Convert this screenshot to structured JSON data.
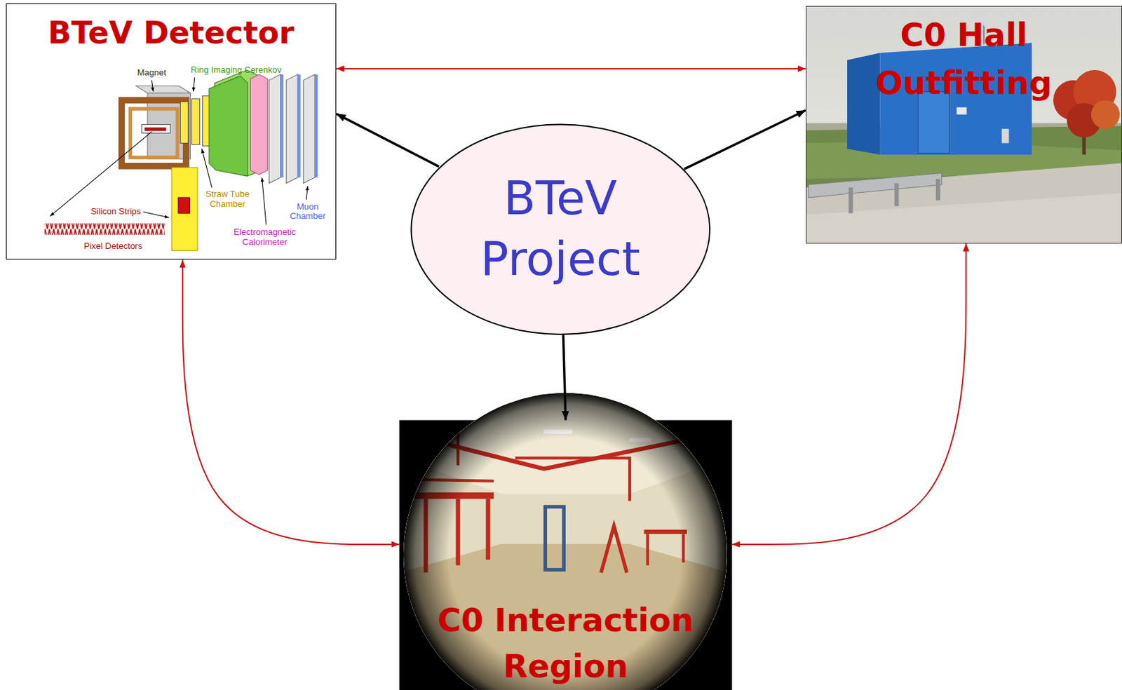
{
  "diagram": {
    "nodes": [
      {
        "text": [
          "BTeV Detector"
        ]
      },
      {
        "text": [
          "C0 Hall Outfitting"
        ]
      },
      {
        "text": [
          "BTeV Project"
        ]
      },
      {
        "text": [
          "C0 Interaction Region"
        ]
      }
    ],
    "edges": [
      {
        "from": 2,
        "to": 0,
        "arrow": "to"
      },
      {
        "from": 2,
        "to": 1,
        "arrow": "to"
      },
      {
        "from": 2,
        "to": 3,
        "arrow": "to"
      },
      {
        "from": 0,
        "to": 1,
        "arrow": "both"
      },
      {
        "from": 0,
        "to": 3,
        "arrow": "both"
      },
      {
        "from": 1,
        "to": 3,
        "arrow": "both"
      }
    ],
    "labels": [
      "Magnet",
      "Ring Imaging Cerenkov",
      "Silicon Strips",
      "Pixel Detectors",
      "Straw Tube Chamber",
      "Electromagnetic Calorimeter",
      "Muon Chamber"
    ]
  }
}
